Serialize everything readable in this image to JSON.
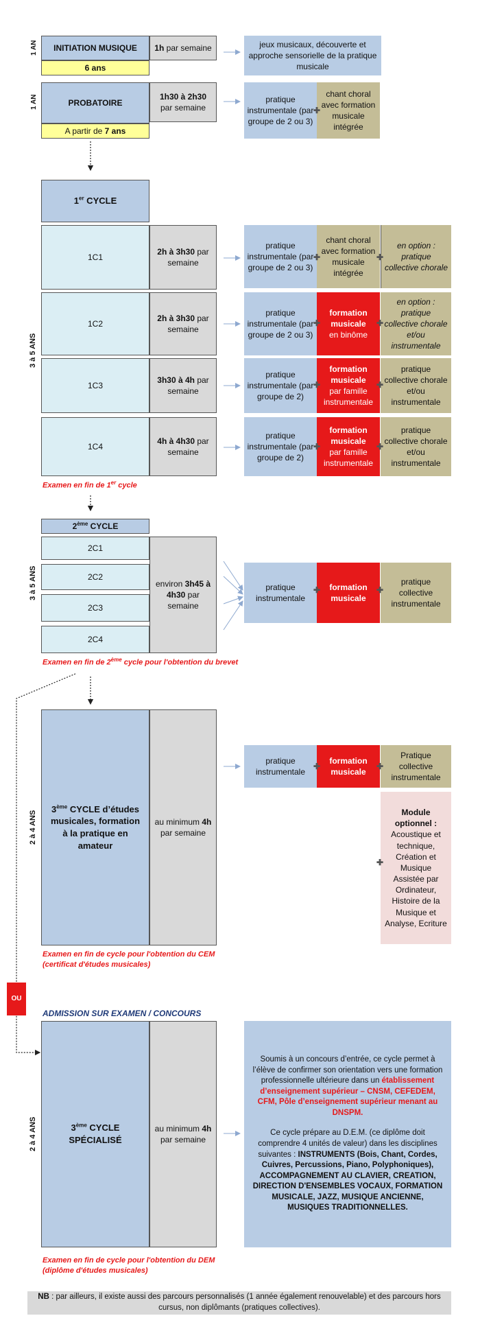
{
  "initiation": {
    "duration": "1 AN",
    "title": "INITIATION MUSIQUE",
    "age": "6 ans",
    "hours_bold": "1h",
    "hours_rest": " par semaine",
    "desc": "jeux musicaux, découverte et approche sensorielle de la pratique musicale"
  },
  "probatoire": {
    "duration": "1 AN",
    "title": "PROBATOIRE",
    "age_prefix": "A partir de ",
    "age_bold": "7 ans",
    "hours_bold": "1h30 à 2h30",
    "hours_rest": " par semaine",
    "box1": "pratique instrumentale (par groupe de 2 ou 3)",
    "box2": "chant choral avec formation musicale intégrée"
  },
  "cycle1": {
    "title_num": "1",
    "title_sup": "er",
    "title_rest": " CYCLE",
    "duration": "3 à 5 ANS",
    "rows": [
      {
        "name": "1C1",
        "hours_bold": "2h à 3h30",
        "hours_rest": " par semaine",
        "box1": "pratique instrumentale (par groupe de 2 ou 3)",
        "box2": "chant choral avec formation musicale intégrée",
        "box3": "en option : pratique collective chorale"
      },
      {
        "name": "1C2",
        "hours_bold": "2h à 3h30",
        "hours_rest": " par semaine",
        "box1": "pratique instrumentale (par groupe de 2 ou 3)",
        "box2_bold": "formation musicale",
        "box2_rest": "en binôme",
        "box3": "en option : pratique collective chorale et/ou instrumentale"
      },
      {
        "name": "1C3",
        "hours_bold": "3h30 à 4h",
        "hours_rest": " par semaine",
        "box1": "pratique instrumentale (par groupe de 2)",
        "box2_bold": "formation musicale",
        "box2_rest": "par famille instrumentale",
        "box3": "pratique collective chorale et/ou instrumentale"
      },
      {
        "name": "1C4",
        "hours_bold": "4h à 4h30",
        "hours_rest": " par semaine",
        "box1": "pratique instrumentale (par groupe de 2)",
        "box2_bold": "formation musicale",
        "box2_rest": "par famille instrumentale",
        "box3": "pratique collective chorale et/ou instrumentale"
      }
    ],
    "exam_pre": "Examen en fin de 1",
    "exam_sup": "er",
    "exam_post": " cycle"
  },
  "cycle2": {
    "title_num": "2",
    "title_sup": "ème",
    "title_rest": " CYCLE",
    "duration": "3 à 5 ANS",
    "rows": [
      "2C1",
      "2C2",
      "2C3",
      "2C4"
    ],
    "hours_pre": "environ ",
    "hours_bold": "3h45 à 4h30",
    "hours_rest": " par semaine",
    "box1": "pratique instrumentale",
    "box2": "formation musicale",
    "box3": "pratique collective instrumentale",
    "exam_pre": "Examen en fin de 2",
    "exam_sup": "ème",
    "exam_post": " cycle pour l'obtention du brevet"
  },
  "cycle3": {
    "duration": "2 à 4 ANS",
    "title_num": "3",
    "title_sup": "ème",
    "title_rest": " CYCLE d’études musicales, formation à la pratique en amateur",
    "hours_pre": "au minimum ",
    "hours_bold": "4h",
    "hours_rest": " par semaine",
    "box1": "pratique instrumentale",
    "box2": "formation musicale",
    "box3": "Pratique collective instrumentale",
    "module_title": "Module optionnel :",
    "module_text": "Acoustique et technique, Création et Musique Assistée par Ordinateur, Histoire de la Musique et Analyse, Ecriture",
    "exam": "Examen en fin de cycle pour l'obtention du CEM (certificat d'études musicales)"
  },
  "or_label": "OU",
  "admission": "ADMISSION SUR EXAMEN / CONCOURS",
  "cycle_spec": {
    "duration": "2 à 4 ANS",
    "title_num": "3",
    "title_sup": "ème",
    "title_rest": " CYCLE SPÉCIALISÉ",
    "hours_pre": "au minimum ",
    "hours_bold": "4h",
    "hours_rest": " par semaine",
    "desc_p1": "Soumis à un concours d’entrée, ce cycle permet à l’élève de confirmer son orientation vers une formation professionnelle ultérieure dans un",
    "desc_p1_red": "établissement d’enseignement supérieur – CNSM, CEFEDEM, CFM, Pôle d’enseignement supérieur menant au DNSPM",
    "desc_p1_end": ".",
    "desc_p2": "Ce cycle prépare au D.E.M. (ce diplôme doit comprendre 4 unités de valeur) dans les disciplines suivantes :",
    "desc_p2_bold": "INSTRUMENTS (Bois, Chant, Cordes, Cuivres, Percussions, Piano, Polyphoniques), ACCOMPAGNEMENT AU CLAVIER, CREATION, DIRECTION D'ENSEMBLES VOCAUX, FORMATION MUSICALE, JAZZ, MUSIQUE ANCIENNE,  MUSIQUES TRADITIONNELLES.",
    "exam": "Examen en fin de cycle pour l'obtention du DEM (diplôme d'études musicales)"
  },
  "note": {
    "bold": "NB",
    "text": " : par ailleurs, il existe aussi des parcours personnalisés (1 année également renouvelable) et des parcours hors cursus, non diplômants (pratiques collectives)."
  }
}
